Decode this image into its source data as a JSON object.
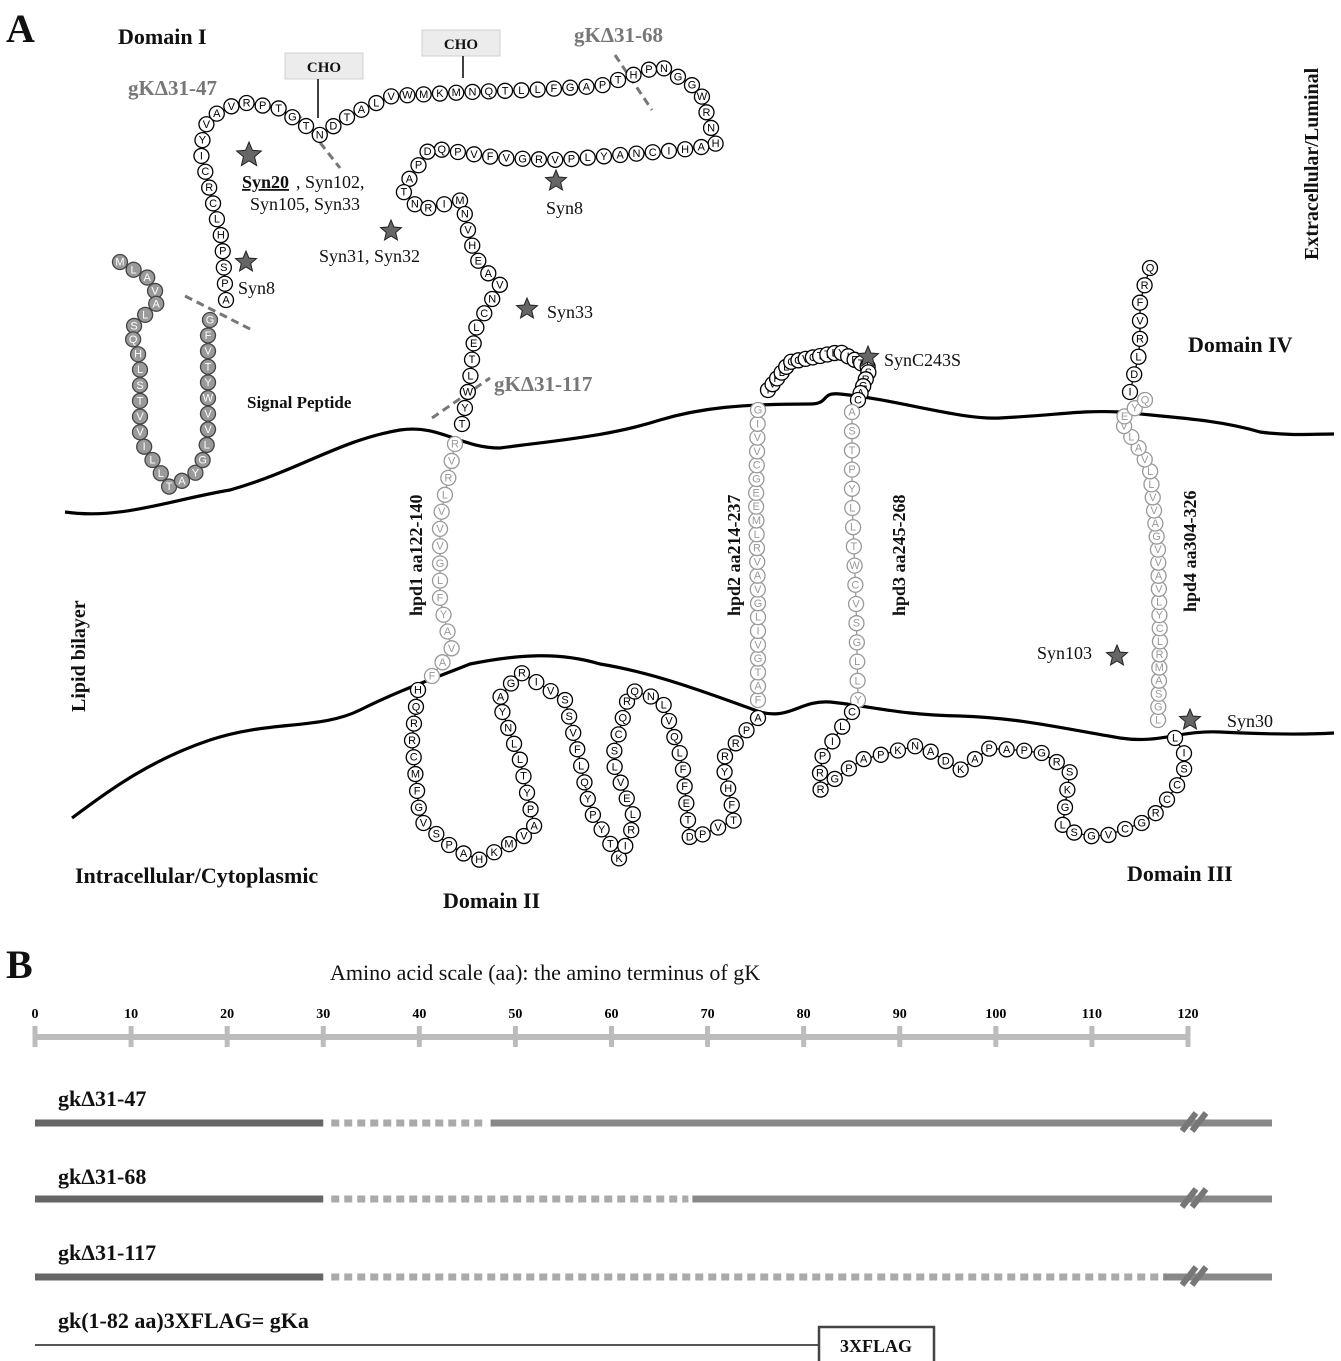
{
  "panel_a": {
    "panel_letter": "A",
    "domains": [
      "Domain I",
      "Domain II",
      "Domain III",
      "Domain IV"
    ],
    "compartments": {
      "extracellular": "Extracellular/Luminal",
      "intracellular": "Intracellular/Cytoplasmic",
      "bilayer": "Lipid bilayer"
    },
    "signal_peptide": "Signal Peptide",
    "glycosylation": [
      "CHO",
      "CHO"
    ],
    "deletion_marks": [
      "gKΔ31-47",
      "gKΔ31-68",
      "gKΔ31-117"
    ],
    "transmembrane": [
      "hpd1 aa122-140",
      "hpd2 aa214-237",
      "hpd3 aa245-268",
      "hpd4 aa304-326"
    ],
    "syn_labels": {
      "syn20_underlined": "Syn20",
      "syn20_rest": ", Syn102,",
      "syn20_line2": "Syn105, Syn33",
      "syn8_upper": "Syn8",
      "syn8_lower": "Syn8",
      "syn31": "Syn31, Syn32",
      "syn33": "Syn33",
      "sync243s": "SynC243S",
      "syn103": "Syn103",
      "syn30": "Syn30"
    },
    "chains": {
      "signal": "MLAVALSQHLSTVVILLTAYGLVVWYTVFG",
      "dom1a": "APSPHLCRCIYVAVRPTGTNDTALVWMKMNQTLLFGAPTHPNGGWRNHAHICNAYLPVRGVFVPQDPATNRIMNVHEAVNCLETLWYT",
      "hpd1": "RVRLVVVGLFYAVAF",
      "dom2": "HQRRCMFGVSPAHKMVAPYTLLNYAGRIVSSVFLQYPYTKIRLEVLSCQRQNLVQLFFETDPVTFHYRRPA",
      "hpd2": "FATGVILGVAVRLMEEGCVVIG",
      "hpd2b": "IVPLLCGVCTTLYIFTISRGAC",
      "loop23": "ASTPYLLTWCVSGLLY",
      "dom3": "CLIPRRGPAPKNADKAPAPGRSKGLSGVCGRCCSIL",
      "hpd4": "LGSAMRLCYLVAVVGAVVLLVALVEYQ",
      "dom4": "IDLRVFRQ"
    },
    "fig_b_title_unused": ""
  },
  "panel_b": {
    "panel_letter": "B",
    "scale_title": "Amino acid scale (aa): the amino terminus of gK",
    "ticks": [
      "0",
      "10",
      "20",
      "30",
      "40",
      "50",
      "60",
      "70",
      "80",
      "90",
      "100",
      "110",
      "120"
    ],
    "constructs": [
      {
        "label": "gkΔ31-47",
        "deleted_from": 31,
        "deleted_to": 47
      },
      {
        "label": "gkΔ31-68",
        "deleted_from": 31,
        "deleted_to": 68
      },
      {
        "label": "gkΔ31-117",
        "deleted_from": 31,
        "deleted_to": 117
      },
      {
        "label": "gk(1-82 aa)3XFLAG= gKa",
        "end": 82,
        "tag": "3XFLAG"
      }
    ]
  }
}
